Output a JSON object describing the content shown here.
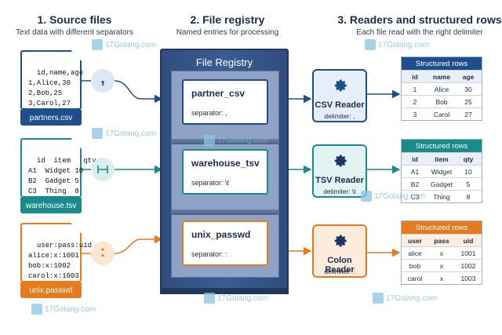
{
  "columns": [
    {
      "title": "1. Source files",
      "subtitle": "Text data with different separators"
    },
    {
      "title": "2. File registry",
      "subtitle": "Named entries for processing"
    },
    {
      "title": "3. Readers and structured rows",
      "subtitle": "Each file read with the right delimiter"
    }
  ],
  "sources": [
    {
      "content": "id,name,age\n1,Alice,30\n2,Bob,25\n3,Carol,27",
      "label": "partners.csv",
      "separator": ",",
      "color": "#1f4e8c"
    },
    {
      "content": "id  item   qty\nA1  Widget 10\nB2  Gadget 5\nC3  Thing  8",
      "label": "warehouse.tsv",
      "separator": "⇥",
      "color": "#1a8a8a"
    },
    {
      "content": "user:pass:uid\nalice:x:1001\nbob:x:1002\ncarol:x:1003",
      "label": "unix.passwd",
      "separator": ":",
      "color": "#e67a1e"
    }
  ],
  "registry": {
    "title": "File Registry",
    "entries": [
      {
        "name": "partner_csv",
        "separator": "separator:  ,"
      },
      {
        "name": "warehouse_tsv",
        "separator": "separator:  \\t"
      },
      {
        "name": "unix_passwd",
        "separator": "separator:  :"
      }
    ]
  },
  "readers": [
    {
      "name": "CSV Reader",
      "delimiter": "delimiter:  ,"
    },
    {
      "name": "TSV Reader",
      "delimiter": "delimiter:  \\t"
    },
    {
      "name": "Colon Reader",
      "delimiter": "delimiter:  :"
    }
  ],
  "tables": [
    {
      "title": "Structured rows",
      "headers": [
        "id",
        "name",
        "age"
      ],
      "rows": [
        [
          "1",
          "Alice",
          "30"
        ],
        [
          "2",
          "Bob",
          "25"
        ],
        [
          "3",
          "Carol",
          "27"
        ]
      ]
    },
    {
      "title": "Structured rows",
      "headers": [
        "id",
        "item",
        "qty"
      ],
      "rows": [
        [
          "A1",
          "Widget",
          "10"
        ],
        [
          "B2",
          "Gadget",
          "5"
        ],
        [
          "C3",
          "Thing",
          "8"
        ]
      ]
    },
    {
      "title": "Structured rows",
      "headers": [
        "user",
        "pass",
        "uid"
      ],
      "rows": [
        [
          "alice",
          "x",
          "1001"
        ],
        [
          "bob",
          "x",
          "1002"
        ],
        [
          "carol",
          "x",
          "1003"
        ]
      ]
    }
  ],
  "watermark": "17Golang.com",
  "colors": {
    "navy": "#1f4e8c",
    "teal": "#1a8a8a",
    "orange": "#e67a1e",
    "cabinet": "#2f4d7e"
  }
}
